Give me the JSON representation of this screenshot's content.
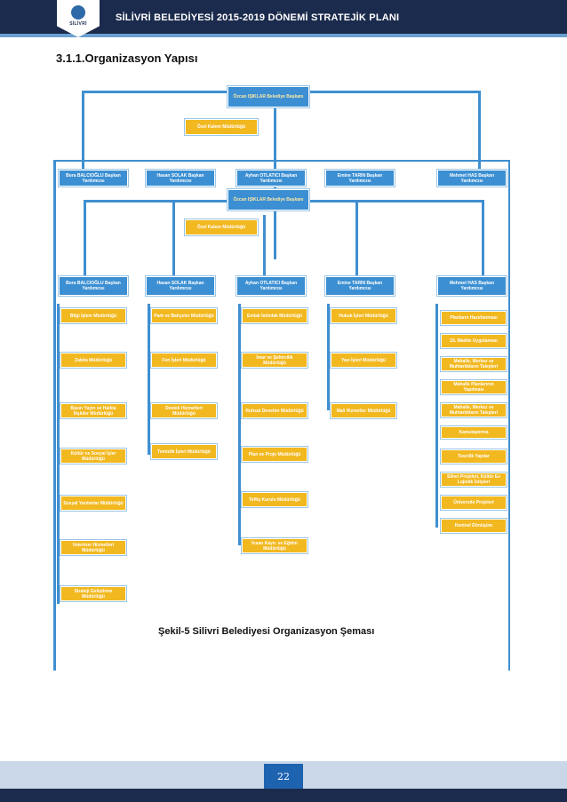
{
  "header": {
    "title": "SİLİVRİ BELEDİYESİ 2015-2019 DÖNEMİ STRATEJİK PLANI",
    "logo_text": "SİLİVRİ"
  },
  "section": {
    "heading": "3.1.1.Organizasyon Yapısı"
  },
  "org_chart_top": {
    "mayor": "Özcan IŞIKLAR Belediye Başkanı",
    "private_office": "Özel Kalem Müdürlüğü",
    "deputies": [
      "Bora BALCIOĞLU Başkan Yardımcısı",
      "Hasan SOLAK Başkan Yardımcısı",
      "Ayhan OTLATICI Başkan Yardımcısı",
      "Emine TARIN Başkan Yardımcısı",
      "Mehmet HAS Başkan Yardımcısı"
    ]
  },
  "org_chart_main": {
    "mayor": "Özcan IŞIKLAR Belediye Başkanı",
    "private_office": "Özel Kalem Müdürlüğü",
    "deputies": [
      "Bora BALCIOĞLU Başkan Yardımcısı",
      "Hasan SOLAK Başkan Yardımcısı",
      "Ayhan OTLATICI Başkan Yardımcısı",
      "Emine TARIN Başkan Yardımcısı",
      "Mehmet HAS Başkan Yardımcısı"
    ],
    "columns": [
      [
        "Bilgi İşlem Müdürlüğü",
        "Zabıta Müdürlüğü",
        "Basın Yayın ve Halkla İlişkiler Müdürlüğü",
        "Kültür ve Sosyal İşler Müdürlüğü",
        "Sosyal Yardımlar Müdürlüğü",
        "Veteriner Hizmetleri Müdürlüğü",
        "Strateji Geliştirme Müdürlüğü"
      ],
      [
        "Park ve Bahçeler Müdürlüğü",
        "Fen İşleri Müdürlüğü",
        "Destek Hizmetleri Müdürlüğü",
        "Temizlik İşleri Müdürlüğü"
      ],
      [
        "Emlak İstimlak Müdürlüğü",
        "İmar ve Şehircilik Müdürlüğü",
        "Ruhsat Denetim Müdürlüğü",
        "Plan ve Proje Müdürlüğü",
        "Teftiş Kurulu Müdürlüğü",
        "İnsan Kayn. ve Eğitim Müdürlüğü"
      ],
      [
        "Hukuk İşleri Müdürlüğü",
        "Yazı İşleri Müdürlüğü",
        "Mali Hizmetler Müdürlüğü"
      ],
      [
        "Planların Hazırlanması",
        "1/L Madde Uygulaması",
        "Mahalle, Merkez ve Muhtarlıkların Talepleri",
        "Mahalle Planlarının Yapılması",
        "Mahalle, Merkez ve Muhtarlıkların Talepleri",
        "Kamulaştırma",
        "Tescilik Yapılar",
        "Silivri Projeleri, Kültür Ev Lojistik İstişleri",
        "Üniversite Projeleri",
        "Kentsel Dönüşüm"
      ]
    ]
  },
  "caption": "Şekil-5 Silivri Belediyesi Organizasyon Şeması",
  "footer": {
    "page_number": "22"
  }
}
